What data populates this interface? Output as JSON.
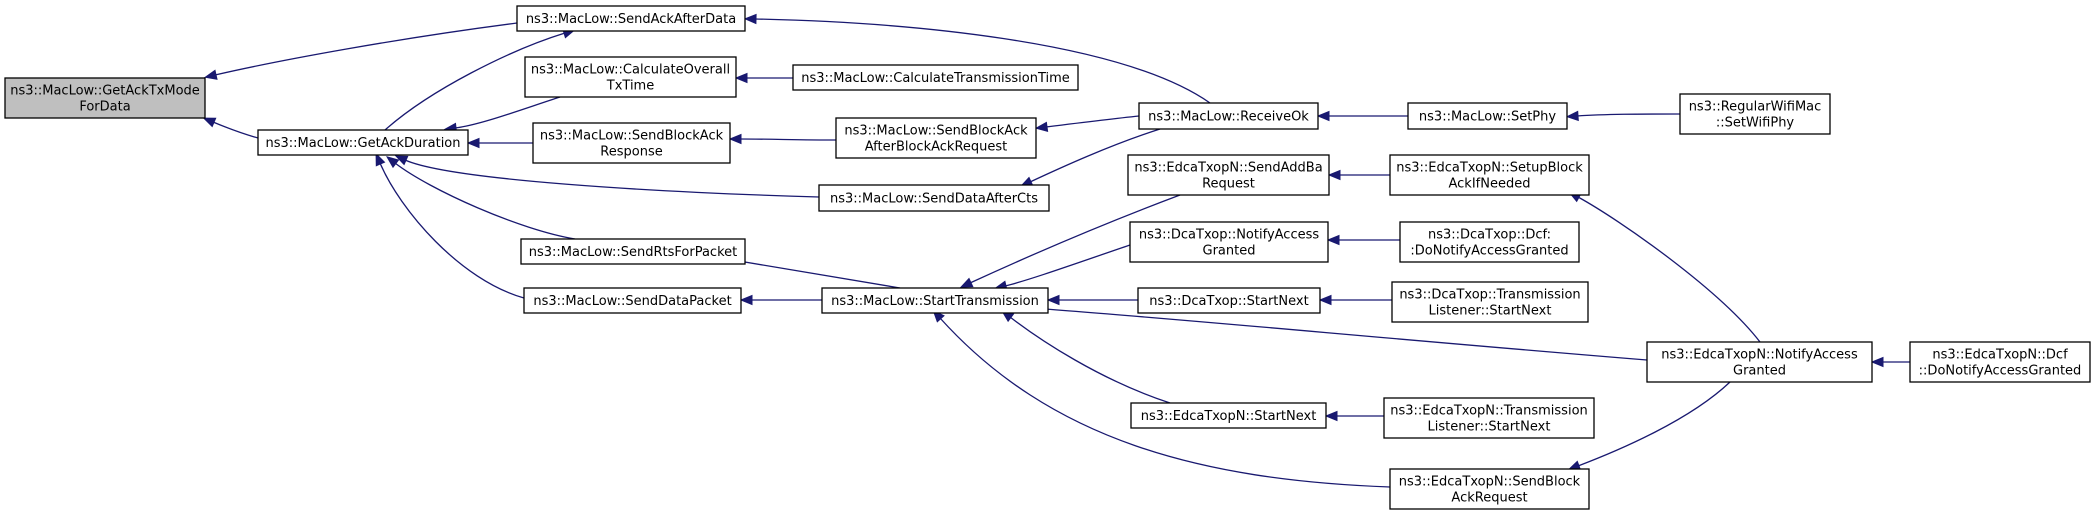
{
  "colors": {
    "edge": "#191970",
    "root_fill": "#bfbfbf",
    "node_fill": "#ffffff",
    "border": "#000000"
  },
  "nodes": [
    {
      "id": "getacktxmode",
      "lines": [
        "ns3::MacLow::GetAckTxMode",
        "ForData"
      ],
      "root": true
    },
    {
      "id": "sendackafterdata",
      "lines": [
        "ns3::MacLow::SendAckAfterData"
      ]
    },
    {
      "id": "getackduration",
      "lines": [
        "ns3::MacLow::GetAckDuration"
      ]
    },
    {
      "id": "calcoverall",
      "lines": [
        "ns3::MacLow::CalculateOverall",
        "TxTime"
      ]
    },
    {
      "id": "sendblockackresp",
      "lines": [
        "ns3::MacLow::SendBlockAck",
        "Response"
      ]
    },
    {
      "id": "senddataaftercts",
      "lines": [
        "ns3::MacLow::SendDataAfterCts"
      ]
    },
    {
      "id": "sendrtsforpacket",
      "lines": [
        "ns3::MacLow::SendRtsForPacket"
      ]
    },
    {
      "id": "senddatapacket",
      "lines": [
        "ns3::MacLow::SendDataPacket"
      ]
    },
    {
      "id": "calctranstime",
      "lines": [
        "ns3::MacLow::CalculateTransmissionTime"
      ]
    },
    {
      "id": "sendblockackafter",
      "lines": [
        "ns3::MacLow::SendBlockAck",
        "AfterBlockAckRequest"
      ]
    },
    {
      "id": "starttransmission",
      "lines": [
        "ns3::MacLow::StartTransmission"
      ]
    },
    {
      "id": "receiveok",
      "lines": [
        "ns3::MacLow::ReceiveOk"
      ]
    },
    {
      "id": "setphy",
      "lines": [
        "ns3::MacLow::SetPhy"
      ]
    },
    {
      "id": "setwifiphy",
      "lines": [
        "ns3::RegularWifiMac",
        "::SetWifiPhy"
      ]
    },
    {
      "id": "sendaddba",
      "lines": [
        "ns3::EdcaTxopN::SendAddBa",
        "Request"
      ]
    },
    {
      "id": "dcanotify",
      "lines": [
        "ns3::DcaTxop::NotifyAccess",
        "Granted"
      ]
    },
    {
      "id": "dcastartnext",
      "lines": [
        "ns3::DcaTxop::StartNext"
      ]
    },
    {
      "id": "edcastartnext",
      "lines": [
        "ns3::EdcaTxopN::StartNext"
      ]
    },
    {
      "id": "edcasendblockackreq",
      "lines": [
        "ns3::EdcaTxopN::SendBlock",
        "AckRequest"
      ]
    },
    {
      "id": "setupblockack",
      "lines": [
        "ns3::EdcaTxopN::SetupBlock",
        "AckIfNeeded"
      ]
    },
    {
      "id": "dcfdonotify",
      "lines": [
        "ns3::DcaTxop::Dcf:",
        ":DoNotifyAccessGranted"
      ]
    },
    {
      "id": "dcatransstart",
      "lines": [
        "ns3::DcaTxop::Transmission",
        "Listener::StartNext"
      ]
    },
    {
      "id": "edcatransstart",
      "lines": [
        "ns3::EdcaTxopN::Transmission",
        "Listener::StartNext"
      ]
    },
    {
      "id": "edcanotify",
      "lines": [
        "ns3::EdcaTxopN::NotifyAccess",
        "Granted"
      ]
    },
    {
      "id": "edcadcfdonotify",
      "lines": [
        "ns3::EdcaTxopN::Dcf",
        "::DoNotifyAccessGranted"
      ]
    }
  ],
  "edges": [
    {
      "from": "sendackafterdata",
      "to": "getacktxmode"
    },
    {
      "from": "getackduration",
      "to": "getacktxmode"
    },
    {
      "from": "receiveok",
      "to": "sendackafterdata"
    },
    {
      "from": "getackduration",
      "to": "sendackafterdata"
    },
    {
      "from": "calcoverall",
      "to": "getackduration"
    },
    {
      "from": "sendblockackresp",
      "to": "getackduration"
    },
    {
      "from": "senddataaftercts",
      "to": "getackduration"
    },
    {
      "from": "sendrtsforpacket",
      "to": "getackduration"
    },
    {
      "from": "senddatapacket",
      "to": "getackduration"
    },
    {
      "from": "calctranstime",
      "to": "calcoverall"
    },
    {
      "from": "sendblockackafter",
      "to": "sendblockackresp"
    },
    {
      "from": "receiveok",
      "to": "sendblockackafter"
    },
    {
      "from": "receiveok",
      "to": "senddataaftercts"
    },
    {
      "from": "setphy",
      "to": "receiveok"
    },
    {
      "from": "setwifiphy",
      "to": "setphy"
    },
    {
      "from": "starttransmission",
      "to": "sendrtsforpacket"
    },
    {
      "from": "starttransmission",
      "to": "senddatapacket"
    },
    {
      "from": "sendaddba",
      "to": "starttransmission"
    },
    {
      "from": "dcanotify",
      "to": "starttransmission"
    },
    {
      "from": "dcastartnext",
      "to": "starttransmission"
    },
    {
      "from": "edcanotify",
      "to": "starttransmission"
    },
    {
      "from": "edcastartnext",
      "to": "starttransmission"
    },
    {
      "from": "edcasendblockackreq",
      "to": "starttransmission"
    },
    {
      "from": "setupblockack",
      "to": "sendaddba"
    },
    {
      "from": "dcfdonotify",
      "to": "dcanotify"
    },
    {
      "from": "dcatransstart",
      "to": "dcastartnext"
    },
    {
      "from": "edcatransstart",
      "to": "edcastartnext"
    },
    {
      "from": "edcanotify",
      "to": "setupblockack"
    },
    {
      "from": "edcanotify",
      "to": "edcasendblockackreq"
    },
    {
      "from": "edcadcfdonotify",
      "to": "edcanotify"
    }
  ]
}
